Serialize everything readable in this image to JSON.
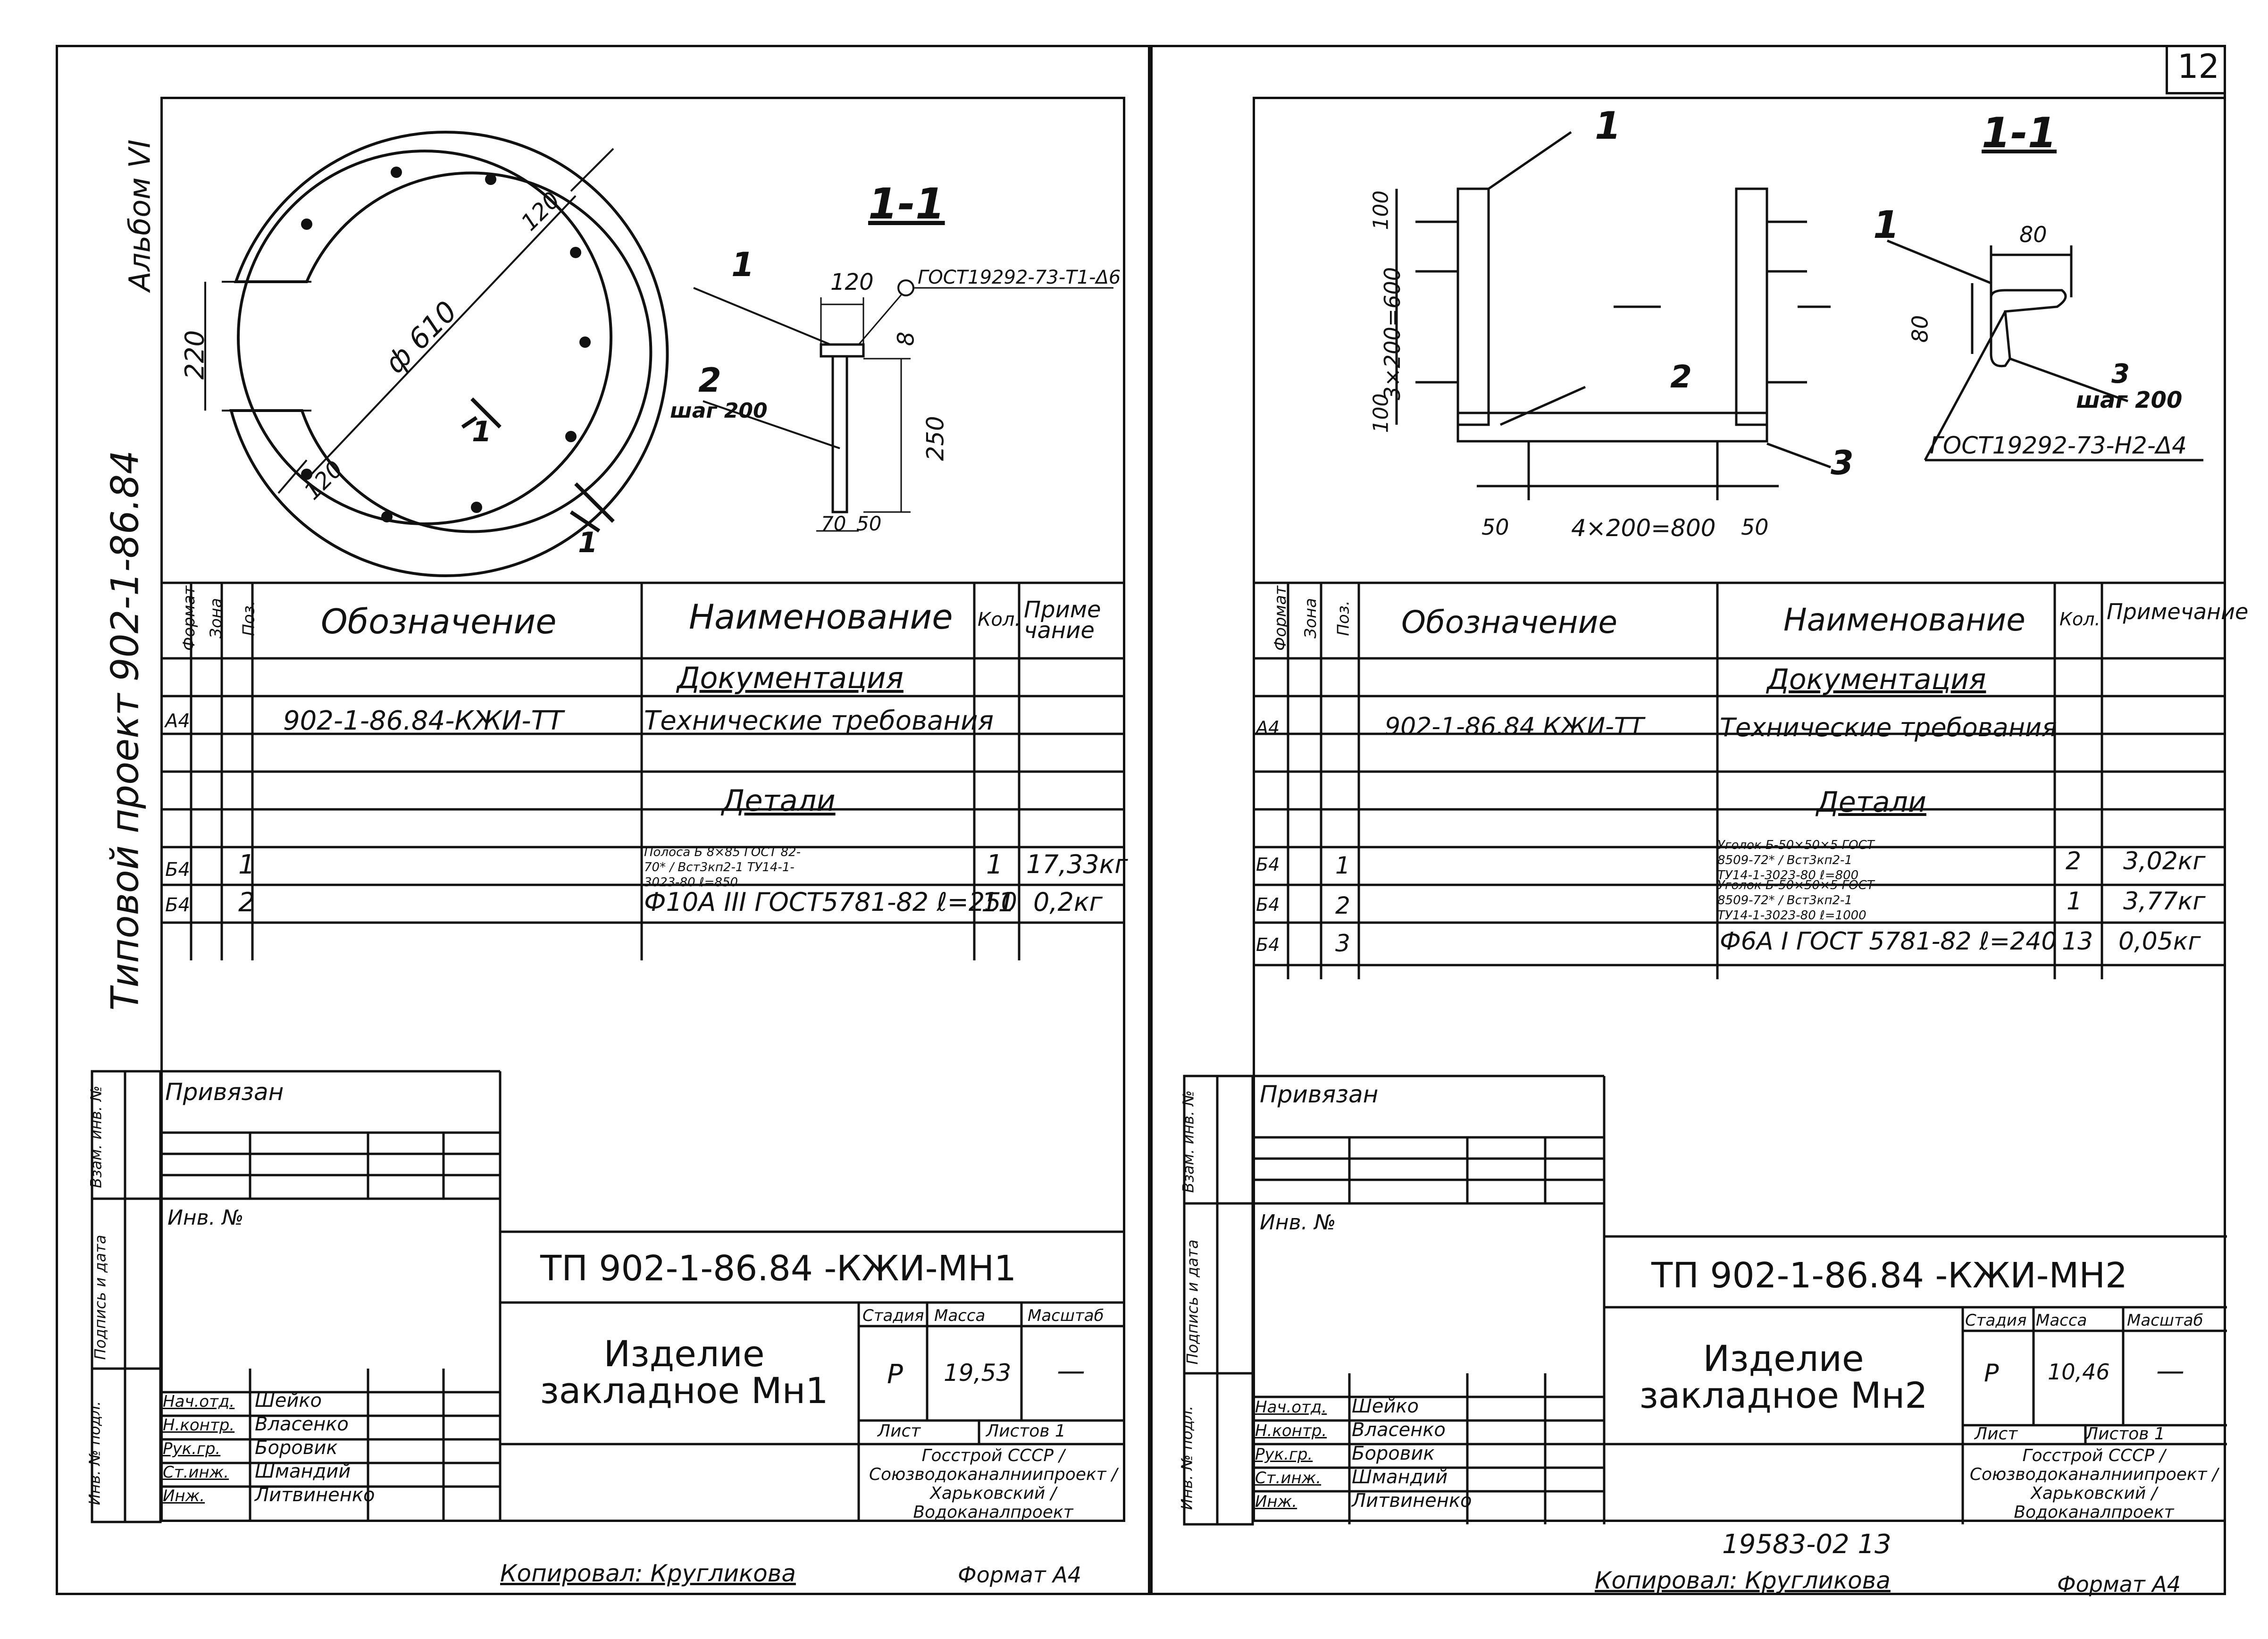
{
  "sheet_number": "12",
  "left": {
    "album_label": "Альбом VI",
    "side_project": "Типовой проект 902-1-86.84",
    "section_title": "1-1",
    "section_marks": [
      "1",
      "1"
    ],
    "dims": {
      "d220": "220",
      "d610": "ф 610",
      "d120a": "120",
      "d120b": "120",
      "d120c": "120",
      "d8": "8",
      "d250": "250",
      "d70": "70",
      "d50": "50"
    },
    "weld_note": "ГОСТ19292-73-Т1-Δ6",
    "leader1": "1",
    "leader2": "2",
    "step": "шаг 200",
    "table": {
      "headers": {
        "format": "Формат",
        "zone": "Зона",
        "pos": "Поз.",
        "designation": "Обозначение",
        "name": "Наименование",
        "qty": "Кол.",
        "note": "Приме чание"
      },
      "section_docs": "Документация",
      "section_parts": "Детали",
      "rows": [
        {
          "format": "А4",
          "pos": "",
          "designation": "902-1-86.84-КЖИ-ТТ",
          "name": "Технические требования",
          "qty": "",
          "note": ""
        },
        {
          "format": "Б4",
          "pos": "1",
          "designation": "",
          "name": "Полоса Б 8×85 ГОСТ 82-70* / Вст3кп2-1 ТУ14-1-3023-80 ℓ=850",
          "qty": "1",
          "note": "17,33кг"
        },
        {
          "format": "Б4",
          "pos": "2",
          "designation": "",
          "name": "Ф10А III ГОСТ5781-82 ℓ=250",
          "qty": "11",
          "note": "0,2кг"
        }
      ]
    },
    "stamp": {
      "bound": "Привязан",
      "inv": "Инв. №",
      "side_labels": [
        "Инв. № подл.",
        "Подпись и дата",
        "Взам. инв. №"
      ],
      "code": "ТП 902-1-86.84 -КЖИ-МН1",
      "item": "Изделие закладное Мн1",
      "stage_label": "Стадия",
      "mass_label": "Масса",
      "scale_label": "Масштаб",
      "stage": "Р",
      "mass": "19,53",
      "scale": "—",
      "sheet": "Лист",
      "sheets": "Листов 1",
      "org": "Госстрой СССР / Союзводоканалниипроект / Харьковский / Водоканалпроект",
      "people": [
        {
          "role": "Нач.отд.",
          "name": "Шейко"
        },
        {
          "role": "Н.контр.",
          "name": "Власенко"
        },
        {
          "role": "Рук.гр.",
          "name": "Боровик"
        },
        {
          "role": "Ст.инж.",
          "name": "Шмандий"
        },
        {
          "role": "Инж.",
          "name": "Литвиненко"
        }
      ]
    },
    "copied": "Копировал: Кругликова",
    "format": "Формат А4"
  },
  "right": {
    "section_title": "1-1",
    "leaders": [
      "1",
      "2",
      "3",
      "1",
      "3"
    ],
    "dims": {
      "d100a": "100",
      "d600": "3×200=600",
      "d100b": "100",
      "d50a": "50",
      "d800": "4×200=800",
      "d50b": "50",
      "d80a": "80",
      "d80b": "80"
    },
    "step": "шаг 200",
    "weld_note": "ГОСТ19292-73-Н2-Δ4",
    "table": {
      "headers": {
        "format": "Формат",
        "zone": "Зона",
        "pos": "Поз.",
        "designation": "Обозначение",
        "name": "Наименование",
        "qty": "Кол.",
        "note": "Примечание"
      },
      "section_docs": "Документация",
      "section_parts": "Детали",
      "rows": [
        {
          "format": "А4",
          "pos": "",
          "designation": "902-1-86.84 КЖИ-ТТ",
          "name": "Технические требования",
          "qty": "",
          "note": ""
        },
        {
          "format": "Б4",
          "pos": "1",
          "designation": "",
          "name": "Уголок Б-50×50×5 ГОСТ 8509-72* / Вст3кп2-1 ТУ14-1-3023-80 ℓ=800",
          "qty": "2",
          "note": "3,02кг"
        },
        {
          "format": "Б4",
          "pos": "2",
          "designation": "",
          "name": "Уголок Б-50×50×5 ГОСТ 8509-72* / Вст3кп2-1 ТУ14-1-3023-80 ℓ=1000",
          "qty": "1",
          "note": "3,77кг"
        },
        {
          "format": "Б4",
          "pos": "3",
          "designation": "",
          "name": "Ф6А I ГОСТ 5781-82 ℓ=240",
          "qty": "13",
          "note": "0,05кг"
        }
      ]
    },
    "stamp": {
      "bound": "Привязан",
      "inv": "Инв. №",
      "side_labels": [
        "Инв. № подл.",
        "Подпись и дата",
        "Взам. инв. №"
      ],
      "code": "ТП 902-1-86.84 -КЖИ-МН2",
      "item": "Изделие закладное Мн2",
      "stage_label": "Стадия",
      "mass_label": "Масса",
      "scale_label": "Масштаб",
      "stage": "Р",
      "mass": "10,46",
      "scale": "—",
      "sheet": "Лист",
      "sheets": "Листов 1",
      "org": "Госстрой СССР / Союзводоканалниипроект / Харьковский / Водоканалпроект",
      "people": [
        {
          "role": "Нач.отд.",
          "name": "Шейко"
        },
        {
          "role": "Н.контр.",
          "name": "Власенко"
        },
        {
          "role": "Рук.гр.",
          "name": "Боровик"
        },
        {
          "role": "Ст.инж.",
          "name": "Шмандий"
        },
        {
          "role": "Инж.",
          "name": "Литвиненко"
        }
      ]
    },
    "archive_no": "19583-02 13",
    "copied": "Копировал: Кругликова",
    "format": "Формат А4"
  }
}
